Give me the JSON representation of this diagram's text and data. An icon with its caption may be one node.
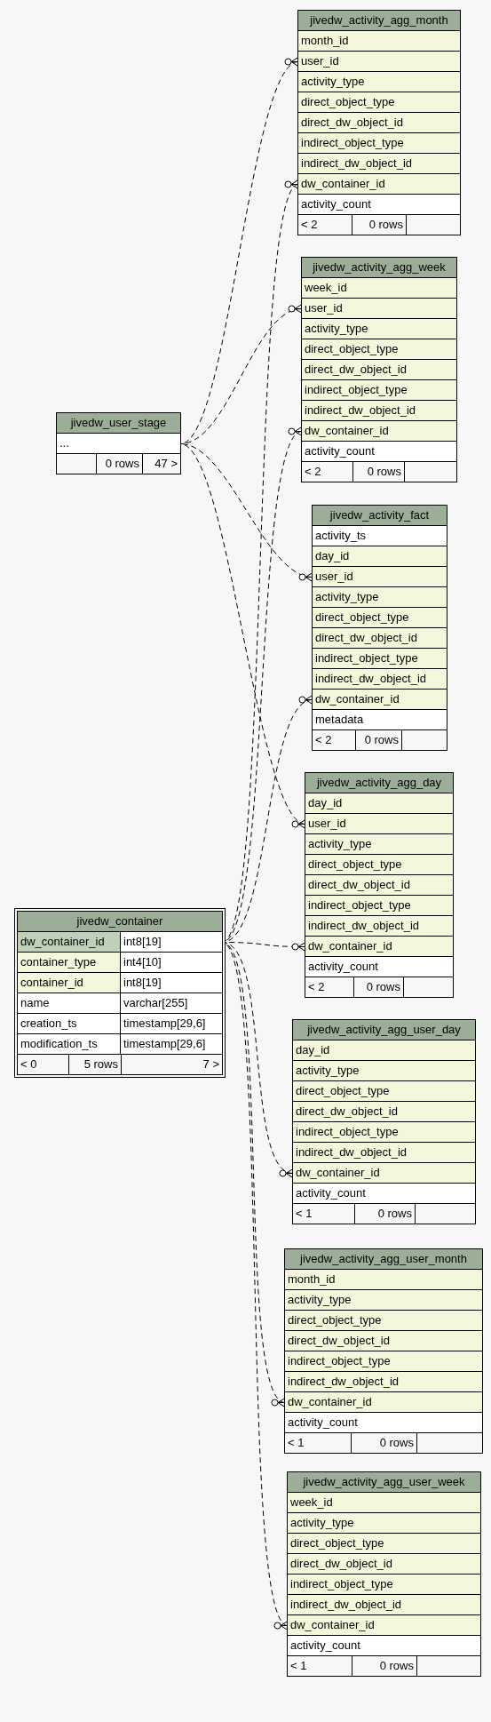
{
  "diagram": {
    "nodes": [
      {
        "text": [
          "jivedw_activity_agg_month",
          "< 2",
          "0 rows"
        ]
      },
      {
        "text": [
          "month_id"
        ],
        "in": 0
      },
      {
        "text": [
          "user_id"
        ],
        "in": 0
      },
      {
        "text": [
          "activity_type"
        ],
        "in": 0
      },
      {
        "text": [
          "direct_object_type"
        ],
        "in": 0
      },
      {
        "text": [
          "direct_dw_object_id"
        ],
        "in": 0
      },
      {
        "text": [
          "indirect_object_type"
        ],
        "in": 0
      },
      {
        "text": [
          "indirect_dw_object_id"
        ],
        "in": 0
      },
      {
        "text": [
          "dw_container_id"
        ],
        "in": 0
      },
      {
        "text": [
          "activity_count"
        ],
        "in": 0
      },
      {
        "text": [
          "jivedw_activity_agg_week",
          "< 2",
          "0 rows"
        ]
      },
      {
        "text": [
          "week_id"
        ],
        "in": 10
      },
      {
        "text": [
          "user_id"
        ],
        "in": 10
      },
      {
        "text": [
          "activity_type"
        ],
        "in": 10
      },
      {
        "text": [
          "direct_object_type"
        ],
        "in": 10
      },
      {
        "text": [
          "direct_dw_object_id"
        ],
        "in": 10
      },
      {
        "text": [
          "indirect_object_type"
        ],
        "in": 10
      },
      {
        "text": [
          "indirect_dw_object_id"
        ],
        "in": 10
      },
      {
        "text": [
          "dw_container_id"
        ],
        "in": 10
      },
      {
        "text": [
          "activity_count"
        ],
        "in": 10
      },
      {
        "text": [
          "jivedw_user_stage",
          "0 rows",
          "47 >"
        ]
      },
      {
        "text": [
          "..."
        ],
        "in": 20
      },
      {
        "text": [
          "jivedw_activity_fact",
          "< 2",
          "0 rows"
        ]
      },
      {
        "text": [
          "activity_ts"
        ],
        "in": 22
      },
      {
        "text": [
          "day_id"
        ],
        "in": 22
      },
      {
        "text": [
          "user_id"
        ],
        "in": 22
      },
      {
        "text": [
          "activity_type"
        ],
        "in": 22
      },
      {
        "text": [
          "direct_object_type"
        ],
        "in": 22
      },
      {
        "text": [
          "direct_dw_object_id"
        ],
        "in": 22
      },
      {
        "text": [
          "indirect_object_type"
        ],
        "in": 22
      },
      {
        "text": [
          "indirect_dw_object_id"
        ],
        "in": 22
      },
      {
        "text": [
          "dw_container_id"
        ],
        "in": 22
      },
      {
        "text": [
          "metadata"
        ],
        "in": 22
      },
      {
        "text": [
          "jivedw_activity_agg_day",
          "< 2",
          "0 rows"
        ]
      },
      {
        "text": [
          "day_id"
        ],
        "in": 33
      },
      {
        "text": [
          "user_id"
        ],
        "in": 33
      },
      {
        "text": [
          "activity_type"
        ],
        "in": 33
      },
      {
        "text": [
          "direct_object_type"
        ],
        "in": 33
      },
      {
        "text": [
          "direct_dw_object_id"
        ],
        "in": 33
      },
      {
        "text": [
          "indirect_object_type"
        ],
        "in": 33
      },
      {
        "text": [
          "indirect_dw_object_id"
        ],
        "in": 33
      },
      {
        "text": [
          "dw_container_id"
        ],
        "in": 33
      },
      {
        "text": [
          "activity_count"
        ],
        "in": 33
      },
      {
        "text": [
          "jivedw_container",
          "< 0",
          "5 rows",
          "7 >"
        ]
      },
      {
        "text": [
          "dw_container_id",
          "int8[19]"
        ],
        "in": 43
      },
      {
        "text": [
          "container_type",
          "int4[10]"
        ],
        "in": 43
      },
      {
        "text": [
          "container_id",
          "int8[19]"
        ],
        "in": 43
      },
      {
        "text": [
          "name",
          "varchar[255]"
        ],
        "in": 43
      },
      {
        "text": [
          "creation_ts",
          "timestamp[29,6]"
        ],
        "in": 43
      },
      {
        "text": [
          "modification_ts",
          "timestamp[29,6]"
        ],
        "in": 43
      },
      {
        "text": [
          "jivedw_activity_agg_user_day",
          "< 1",
          "0 rows"
        ]
      },
      {
        "text": [
          "day_id"
        ],
        "in": 50
      },
      {
        "text": [
          "activity_type"
        ],
        "in": 50
      },
      {
        "text": [
          "direct_object_type"
        ],
        "in": 50
      },
      {
        "text": [
          "direct_dw_object_id"
        ],
        "in": 50
      },
      {
        "text": [
          "indirect_object_type"
        ],
        "in": 50
      },
      {
        "text": [
          "indirect_dw_object_id"
        ],
        "in": 50
      },
      {
        "text": [
          "dw_container_id"
        ],
        "in": 50
      },
      {
        "text": [
          "activity_count"
        ],
        "in": 50
      },
      {
        "text": [
          "jivedw_activity_agg_user_month",
          "< 1",
          "0 rows"
        ]
      },
      {
        "text": [
          "month_id"
        ],
        "in": 59
      },
      {
        "text": [
          "activity_type"
        ],
        "in": 59
      },
      {
        "text": [
          "direct_object_type"
        ],
        "in": 59
      },
      {
        "text": [
          "direct_dw_object_id"
        ],
        "in": 59
      },
      {
        "text": [
          "indirect_object_type"
        ],
        "in": 59
      },
      {
        "text": [
          "indirect_dw_object_id"
        ],
        "in": 59
      },
      {
        "text": [
          "dw_container_id"
        ],
        "in": 59
      },
      {
        "text": [
          "activity_count"
        ],
        "in": 59
      },
      {
        "text": [
          "jivedw_activity_agg_user_week",
          "< 1",
          "0 rows"
        ]
      },
      {
        "text": [
          "week_id"
        ],
        "in": 68
      },
      {
        "text": [
          "activity_type"
        ],
        "in": 68
      },
      {
        "text": [
          "direct_object_type"
        ],
        "in": 68
      },
      {
        "text": [
          "direct_dw_object_id"
        ],
        "in": 68
      },
      {
        "text": [
          "indirect_object_type"
        ],
        "in": 68
      },
      {
        "text": [
          "indirect_dw_object_id"
        ],
        "in": 68
      },
      {
        "text": [
          "dw_container_id"
        ],
        "in": 68
      },
      {
        "text": [
          "activity_count"
        ],
        "in": 68
      }
    ],
    "edges": [
      {
        "from": 2,
        "to": 21,
        "arrow": "other",
        "style": "dashed"
      },
      {
        "from": 8,
        "to": 44,
        "arrow": "other",
        "style": "dashed"
      },
      {
        "from": 12,
        "to": 21,
        "arrow": "other",
        "style": "dashed"
      },
      {
        "from": 18,
        "to": 44,
        "arrow": "other",
        "style": "dashed"
      },
      {
        "from": 25,
        "to": 21,
        "arrow": "other",
        "style": "dashed"
      },
      {
        "from": 31,
        "to": 44,
        "arrow": "other",
        "style": "dashed"
      },
      {
        "from": 35,
        "to": 21,
        "arrow": "other",
        "style": "dashed"
      },
      {
        "from": 41,
        "to": 44,
        "arrow": "other",
        "style": "dashed"
      },
      {
        "from": 57,
        "to": 44,
        "arrow": "other",
        "style": "dashed"
      },
      {
        "from": 66,
        "to": 44,
        "arrow": "other",
        "style": "dashed"
      },
      {
        "from": 75,
        "to": 44,
        "arrow": "other",
        "style": "dashed"
      }
    ]
  }
}
